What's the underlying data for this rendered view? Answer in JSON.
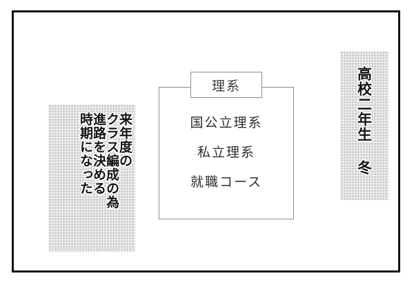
{
  "panel": {
    "frame_color": "#111111",
    "background_color": "#ffffff"
  },
  "narration": {
    "tone_color": "#cfcfcf",
    "reading_direction": "vertical-right-to-left",
    "columns": [
      {
        "text": "来年度の"
      },
      {
        "text": "クラス編成の為"
      },
      {
        "text": "進路を決める"
      },
      {
        "text": "時期になった"
      }
    ],
    "full_text": "来年度のクラス編成の為進路を決める時期になった"
  },
  "caption": {
    "tone_color": "#cfcfcf",
    "grade": "高校二年生",
    "season": "冬"
  },
  "course_chart": {
    "header": "理系",
    "border_color": "#8d8d8d",
    "items": [
      {
        "label": "国公立理系"
      },
      {
        "label": "私立理系"
      },
      {
        "label": "就職コース"
      }
    ]
  }
}
